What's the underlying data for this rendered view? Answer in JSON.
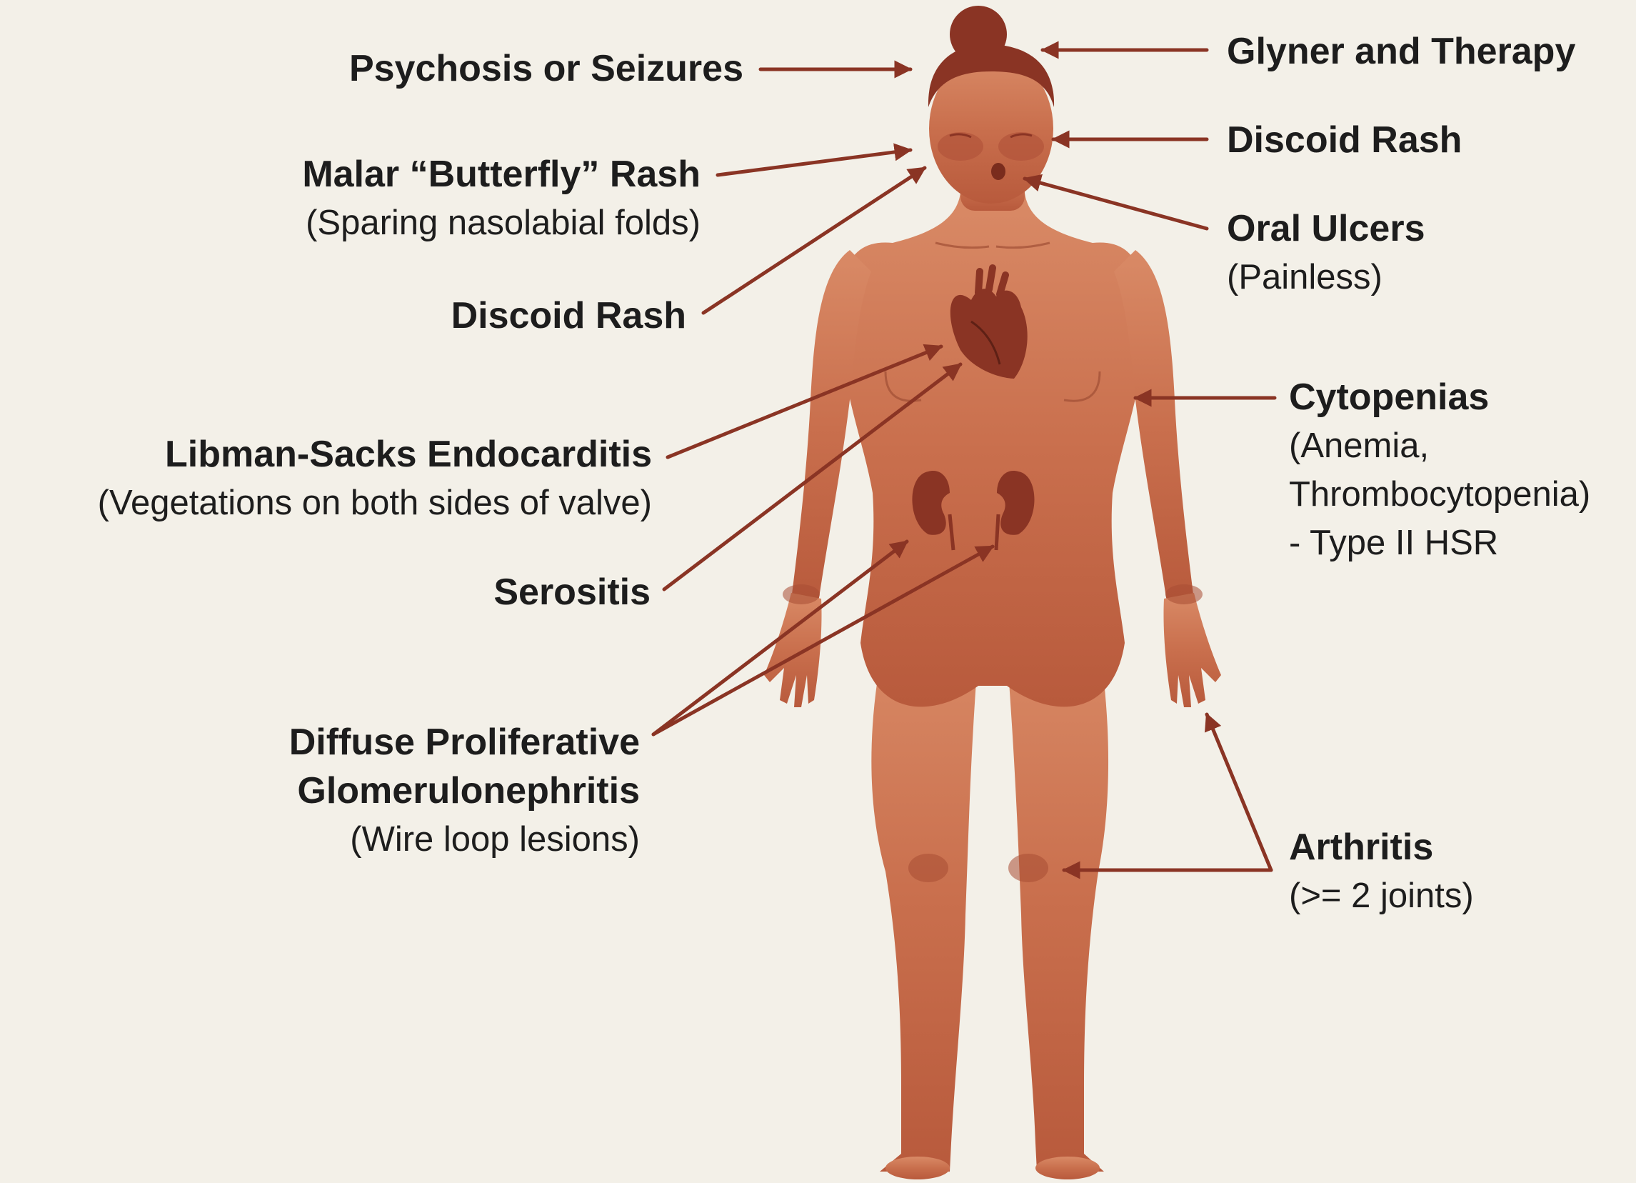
{
  "colors": {
    "background": "#f3f0e8",
    "body": "#c8704f",
    "organ": "#8a3424",
    "arrow": "#8a3424",
    "text": "#1d1d1d"
  },
  "labels": {
    "psychosis": {
      "title": "Psychosis or Seizures"
    },
    "glyner": {
      "title": "Glyner and Therapy"
    },
    "malar": {
      "title": "Malar “Butterfly” Rash",
      "sub": "(Sparing nasolabial folds)"
    },
    "discoid_right": {
      "title": "Discoid Rash"
    },
    "oral": {
      "title": "Oral Ulcers",
      "sub": "(Painless)"
    },
    "discoid_left": {
      "title": "Discoid Rash"
    },
    "cytopenias": {
      "title": "Cytopenias",
      "sub1": "(Anemia,",
      "sub2": "Thrombocytopenia)",
      "sub3": "- Type II HSR"
    },
    "libman": {
      "title": "Libman-Sacks Endocarditis",
      "sub": "(Vegetations on both sides of valve)"
    },
    "serositis": {
      "title": "Serositis"
    },
    "glomerulo": {
      "title1": "Diffuse Proliferative",
      "title2": "Glomerulonephritis",
      "sub": "(Wire loop lesions)"
    },
    "arthritis": {
      "title": "Arthritis",
      "sub": "(>= 2 joints)"
    }
  }
}
